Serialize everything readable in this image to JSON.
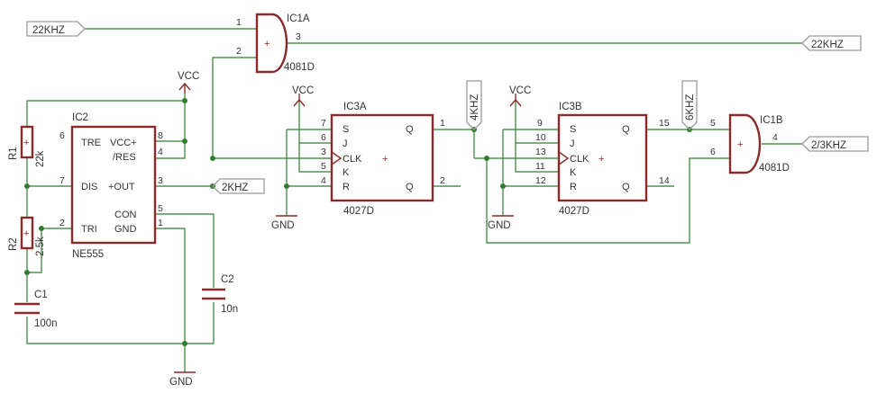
{
  "nets": {
    "in_22khz": "22KHZ",
    "out_22khz": "22KHZ",
    "khz2": "2KHZ",
    "khz4": "4KHZ",
    "khz6": "6KHZ",
    "khz2_3": "2/3KHZ"
  },
  "power": {
    "vcc": "VCC",
    "gnd": "GND"
  },
  "parts": {
    "ic1a": {
      "name": "IC1A",
      "value": "4081D",
      "pins": [
        "1",
        "2",
        "3"
      ]
    },
    "ic1b": {
      "name": "IC1B",
      "value": "4081D",
      "pins": [
        "5",
        "6",
        "4"
      ]
    },
    "ic2": {
      "name": "IC2",
      "value": "NE555",
      "labels": [
        "TRE",
        "VCC+",
        "/RES",
        "DIS",
        "+OUT",
        "TRI",
        "CON",
        "GND"
      ],
      "pins": [
        "6",
        "7",
        "2",
        "8",
        "4",
        "3",
        "5",
        "1"
      ]
    },
    "ic3a": {
      "name": "IC3A",
      "value": "4027D",
      "labels": [
        "S",
        "J",
        "CLK",
        "K",
        "R",
        "Q",
        "Q"
      ],
      "pins": [
        "7",
        "6",
        "3",
        "5",
        "4",
        "1",
        "2"
      ]
    },
    "ic3b": {
      "name": "IC3B",
      "value": "4027D",
      "labels": [
        "S",
        "J",
        "CLK",
        "K",
        "R",
        "Q",
        "Q"
      ],
      "pins": [
        "9",
        "10",
        "13",
        "11",
        "12",
        "15",
        "14"
      ]
    },
    "r1": {
      "name": "R1",
      "value": "22k"
    },
    "r2": {
      "name": "R2",
      "value": "2.5k"
    },
    "c1": {
      "name": "C1",
      "value": "100n"
    },
    "c2": {
      "name": "C2",
      "value": "10n"
    }
  },
  "colors": {
    "wire": "#2f7d2f",
    "component": "#8b2a2a",
    "net_label": "#9a9a9a",
    "background": "#ffffff"
  }
}
